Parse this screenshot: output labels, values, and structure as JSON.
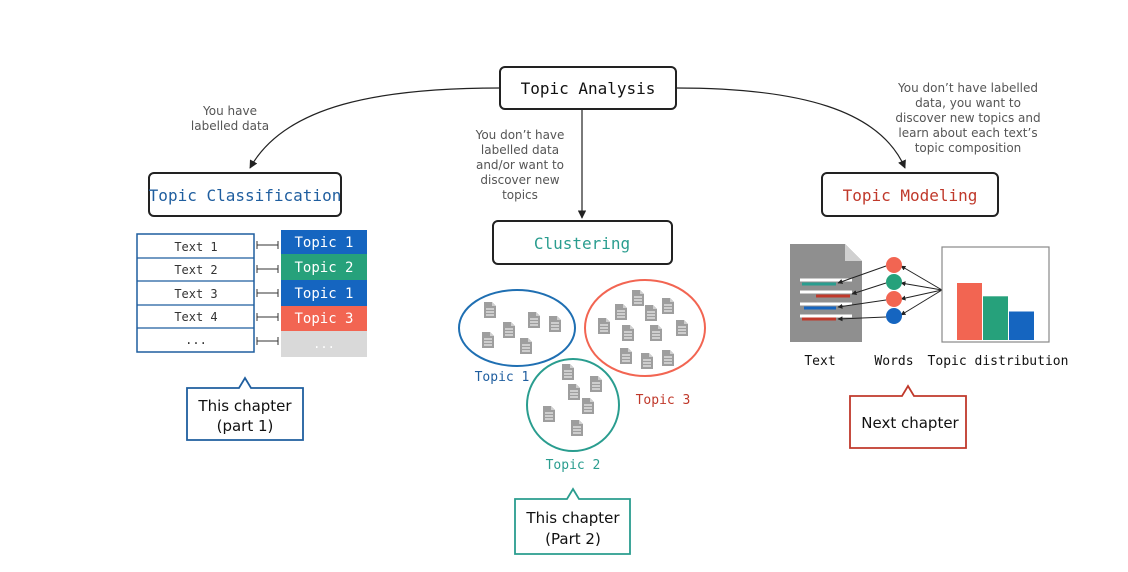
{
  "colors": {
    "blue": "#1f5e9f",
    "teal": "#2a9d8f",
    "red": "#c0392b",
    "topic_blue": "#1565c0",
    "topic_green": "#26a17b",
    "topic_red": "#f26552",
    "topic_gray": "#d9d9d9",
    "doc_gray": "#9e9e9e",
    "dark": "#333333"
  },
  "root": {
    "label": "Topic Analysis"
  },
  "branches": {
    "classification": {
      "condition": [
        "You have",
        "labelled data"
      ],
      "label": "Topic Classification",
      "texts": [
        "Text 1",
        "Text 2",
        "Text 3",
        "Text 4",
        "..."
      ],
      "topics": [
        "Topic 1",
        "Topic 2",
        "Topic 1",
        "Topic 3",
        "..."
      ],
      "callout": [
        "This chapter",
        "(part 1)"
      ]
    },
    "clustering": {
      "condition": [
        "You don’t have",
        "labelled data",
        "and/or want to",
        "discover new",
        "topics"
      ],
      "label": "Clustering",
      "clusters": [
        "Topic 1",
        "Topic 2",
        "Topic 3"
      ],
      "callout": [
        "This chapter",
        "(Part 2)"
      ]
    },
    "modeling": {
      "condition": [
        "You don’t have labelled",
        "data, you want to",
        "discover new topics and",
        "learn about each text’s",
        "topic composition"
      ],
      "label": "Topic Modeling",
      "captions": [
        "Text",
        "Words",
        "Topic distribution"
      ],
      "distribution": [
        0.6,
        0.46,
        0.3
      ],
      "callout": [
        "Next chapter"
      ]
    }
  }
}
